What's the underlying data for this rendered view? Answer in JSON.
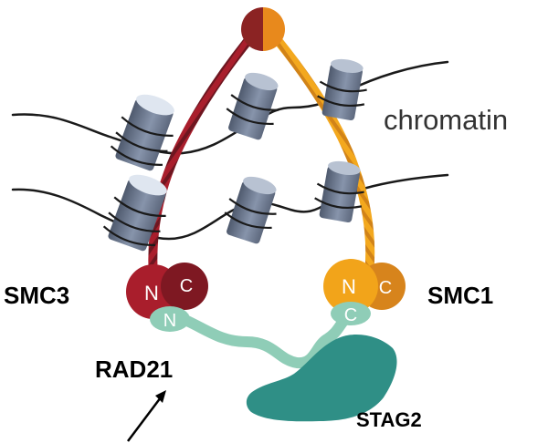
{
  "labels": {
    "chromatin": "chromatin",
    "smc3": "SMC3",
    "smc1": "SMC1",
    "rad21": "RAD21",
    "stag2": "STAG2"
  },
  "domains": {
    "smc3_n": "N",
    "smc3_c": "C",
    "smc1_n": "N",
    "smc1_c": "C",
    "rad21_n": "N",
    "rad21_c": "C"
  },
  "colors": {
    "smc3": "#a91e2c",
    "smc3_dark": "#7e1822",
    "smc1": "#f2a41a",
    "smc1_dark": "#d7841c",
    "rad21": "#8fcdb7",
    "stag2": "#2f8f86",
    "hinge_left": "#8b2323",
    "hinge_right": "#e8891c",
    "nucleosome": "#7e8aa0",
    "dna": "#1a1a1a"
  }
}
